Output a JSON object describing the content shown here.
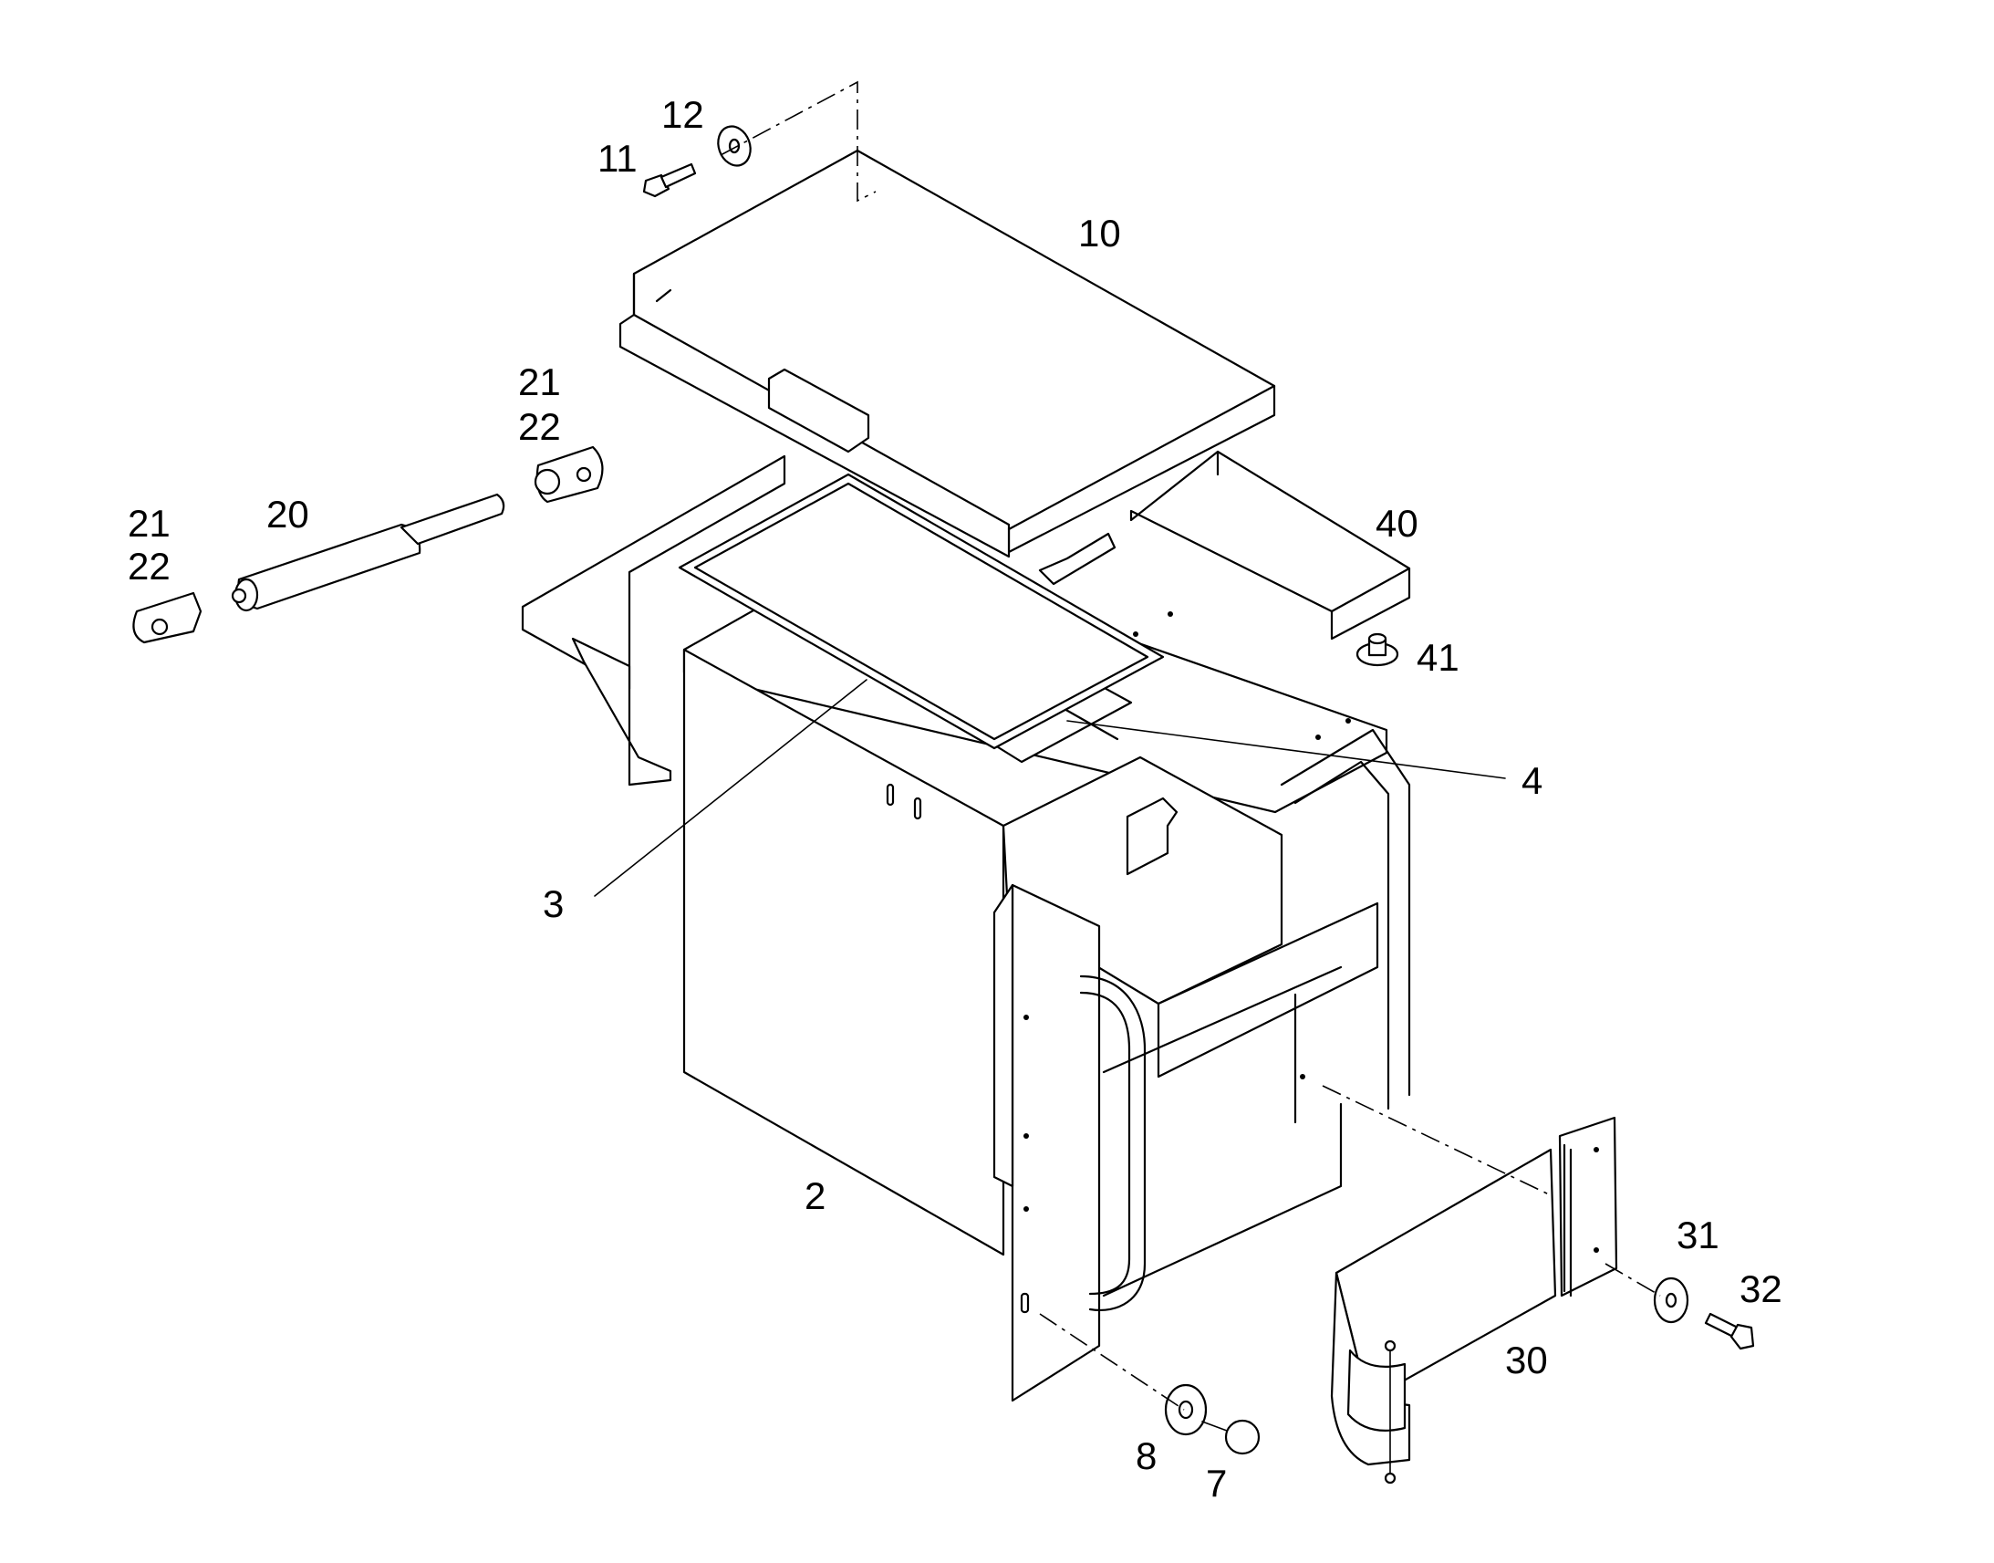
{
  "diagram": {
    "callouts": [
      {
        "id": "c2",
        "text": "2"
      },
      {
        "id": "c3",
        "text": "3"
      },
      {
        "id": "c4",
        "text": "4"
      },
      {
        "id": "c7",
        "text": "7"
      },
      {
        "id": "c8",
        "text": "8"
      },
      {
        "id": "c10",
        "text": "10"
      },
      {
        "id": "c11",
        "text": "11"
      },
      {
        "id": "c12",
        "text": "12"
      },
      {
        "id": "c20",
        "text": "20"
      },
      {
        "id": "c21a",
        "text": "21"
      },
      {
        "id": "c22a",
        "text": "22"
      },
      {
        "id": "c21b",
        "text": "21"
      },
      {
        "id": "c22b",
        "text": "22"
      },
      {
        "id": "c30",
        "text": "30"
      },
      {
        "id": "c31",
        "text": "31"
      },
      {
        "id": "c32",
        "text": "32"
      },
      {
        "id": "c40",
        "text": "40"
      },
      {
        "id": "c41",
        "text": "41"
      }
    ]
  }
}
